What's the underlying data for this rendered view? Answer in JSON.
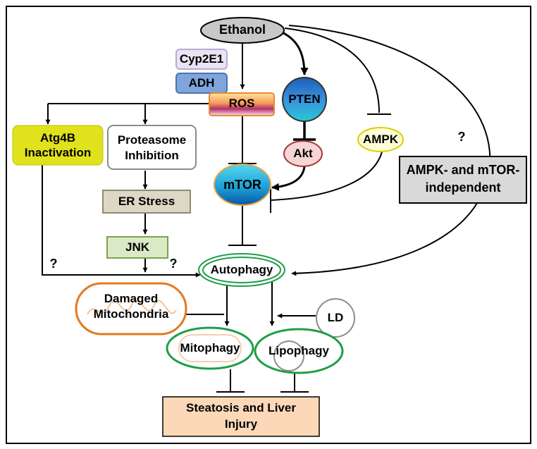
{
  "nodes": {
    "ethanol": "Ethanol",
    "cyp2e1": "Cyp2E1",
    "adh": "ADH",
    "ros": "ROS",
    "pten": "PTEN",
    "akt": "Akt",
    "ampk": "AMPK",
    "ampk_mtor_independent_line1": "AMPK- and mTOR-",
    "ampk_mtor_independent_line2": "independent",
    "atg4b_line1": "Atg4B",
    "atg4b_line2": "Inactivation",
    "proteasome_line1": "Proteasome",
    "proteasome_line2": "Inhibition",
    "er_stress": "ER Stress",
    "jnk": "JNK",
    "mtor": "mTOR",
    "autophagy": "Autophagy",
    "damaged_line1": "Damaged",
    "damaged_line2": "Mitochondria",
    "ld": "LD",
    "mitophagy": "Mitophagy",
    "lipophagy": "Lipophagy",
    "outcome_line1": "Steatosis and Liver",
    "outcome_line2": "Injury"
  },
  "question_marks": {
    "q_right": "?",
    "q_atg4b": "?",
    "q_jnk": "?"
  },
  "colors": {
    "atg4b_fill": "#dfe21c",
    "outcome_fill": "#fcd8b8",
    "er_fill": "#ddd8c4",
    "jnk_fill": "#dbeac6",
    "adh_fill": "#7ea6dd",
    "cyp_fill": "#e9e3f3",
    "ampk_fill": "#fefdd8",
    "akt_fill": "#f6d5d5",
    "ethanol_fill": "#c8c8c8",
    "independent_fill": "#d9d9d9",
    "green_outline": "#1e9e48",
    "orange_outline": "#e07a22"
  }
}
